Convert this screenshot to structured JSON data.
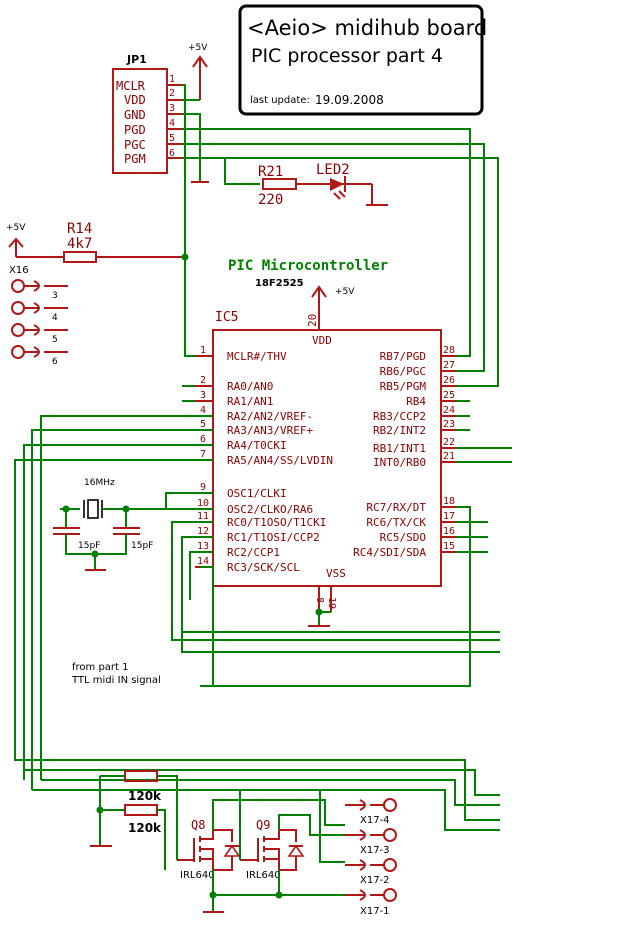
{
  "title": {
    "line1": "<Aeio>  midihub board",
    "line2": "PIC processor     part 4",
    "update_label": "last update:",
    "update_date": "19.09.2008"
  },
  "jp1": {
    "name": "JP1",
    "pins": [
      "MCLR",
      "VDD",
      "GND",
      "PGD",
      "PGC",
      "PGM"
    ],
    "pin_numbers": [
      "1",
      "2",
      "3",
      "4",
      "5",
      "6"
    ]
  },
  "supply": "+5V",
  "r21": {
    "name": "R21",
    "value": "220"
  },
  "led2": {
    "name": "LED2"
  },
  "r14": {
    "name": "R14",
    "value": "4k7"
  },
  "x16": {
    "name": "X16",
    "pins": [
      "3",
      "4",
      "5",
      "6"
    ]
  },
  "mcu": {
    "heading": "PIC Microcontroller",
    "part": "18F2525",
    "name": "IC5",
    "vdd_label": "VDD",
    "vdd_pin": "20",
    "vss_label": "VSS",
    "vss_pins": [
      "8",
      "19"
    ],
    "left_pins": [
      {
        "num": "1",
        "label": "MCLR#/THV"
      },
      {
        "num": "2",
        "label": "RA0/AN0"
      },
      {
        "num": "3",
        "label": "RA1/AN1"
      },
      {
        "num": "4",
        "label": "RA2/AN2/VREF-"
      },
      {
        "num": "5",
        "label": "RA3/AN3/VREF+"
      },
      {
        "num": "6",
        "label": "RA4/T0CKI"
      },
      {
        "num": "7",
        "label": "RA5/AN4/SS/LVDIN"
      },
      {
        "num": "9",
        "label": "OSC1/CLKI"
      },
      {
        "num": "10",
        "label": "OSC2/CLKO/RA6"
      },
      {
        "num": "11",
        "label": "RC0/T1OSO/T1CKI"
      },
      {
        "num": "12",
        "label": "RC1/T1OSI/CCP2"
      },
      {
        "num": "13",
        "label": "RC2/CCP1"
      },
      {
        "num": "14",
        "label": "RC3/SCK/SCL"
      }
    ],
    "right_pins": [
      {
        "num": "28",
        "label": "RB7/PGD"
      },
      {
        "num": "27",
        "label": "RB6/PGC"
      },
      {
        "num": "26",
        "label": "RB5/PGM"
      },
      {
        "num": "25",
        "label": "RB4"
      },
      {
        "num": "24",
        "label": "RB3/CCP2"
      },
      {
        "num": "23",
        "label": "RB2/INT2"
      },
      {
        "num": "22",
        "label": "RB1/INT1"
      },
      {
        "num": "21",
        "label": "INT0/RB0"
      },
      {
        "num": "18",
        "label": "RC7/RX/DT"
      },
      {
        "num": "17",
        "label": "RC6/TX/CK"
      },
      {
        "num": "16",
        "label": "RC5/SDO"
      },
      {
        "num": "15",
        "label": "RC4/SDI/SDA"
      }
    ]
  },
  "crystal": {
    "freq": "16MHz",
    "cap_value": "15pF"
  },
  "note": {
    "line1": "from part 1",
    "line2": "TTL midi IN signal"
  },
  "resistors_bottom": [
    "120k",
    "120k"
  ],
  "q8": {
    "name": "Q8",
    "part": "IRL640"
  },
  "q9": {
    "name": "Q9",
    "part": "IRL640"
  },
  "x17": [
    "X17-4",
    "X17-3",
    "X17-2",
    "X17-1"
  ]
}
